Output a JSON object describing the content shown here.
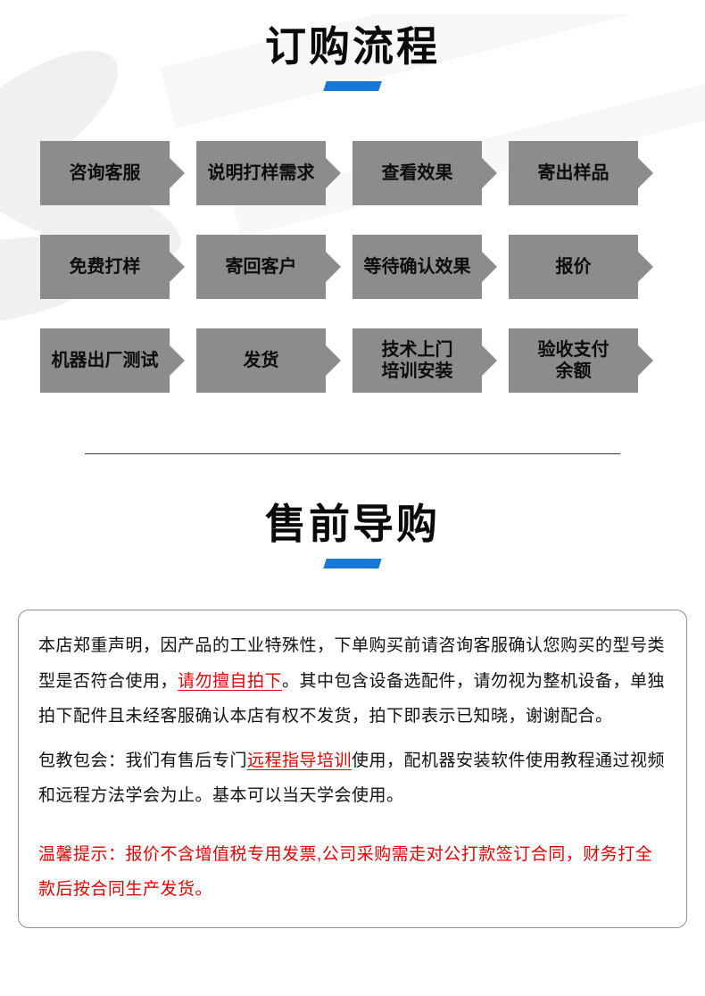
{
  "order": {
    "title": "订购流程",
    "rows": [
      [
        "咨询客服",
        "说明打样需求",
        "查看效果",
        "寄出样品"
      ],
      [
        "免费打样",
        "寄回客户",
        "等待确认效果",
        "报价"
      ],
      [
        "机器出厂测试",
        "发货",
        "技术上门\n培训安装",
        "验收支付\n余额"
      ]
    ]
  },
  "guide": {
    "title": "售前导购",
    "p1": {
      "a": "本店郑重声明，因产品的工业特殊性，下单购买前请咨询客服确认您购买的型号类型是否符合使用，",
      "b": "请勿擅自拍下",
      "c": "。其中包含设备选配件，请勿视为整机设备，单独拍下配件且未经客服确认本店有权不发货，拍下即表示已知晓，谢谢配合。"
    },
    "p2": {
      "a": "包教包会：我们有售后专门",
      "b": "远程指导培训",
      "c": "使用，配机器安装软件使用教程通过视频和远程方法学会为止。基本可以当天学会使用。"
    },
    "p3": "温馨提示：报价不含增值税专用发票,公司采购需走对公打款签订合同，财务打全款后按合同生产发货。"
  },
  "colors": {
    "accent_blue": "#1778d8",
    "box_gray": "#8c8c8c",
    "alert_red": "#e60000"
  }
}
